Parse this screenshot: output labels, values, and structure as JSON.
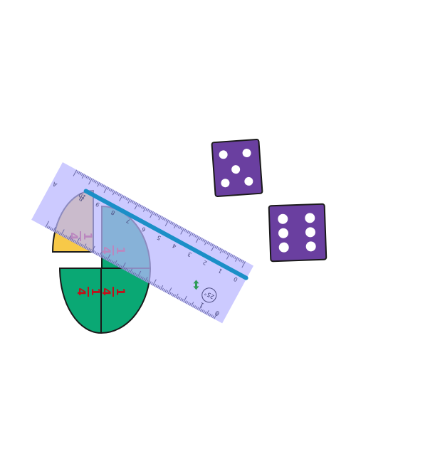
{
  "fraction_pieces": [
    {
      "label_top": "1",
      "label_bottom": "4",
      "color": "#f7c948"
    },
    {
      "label_top": "1",
      "label_bottom": "4",
      "color": "#0aa874"
    },
    {
      "label_top": "1",
      "label_bottom": "4",
      "color": "#0aa874"
    },
    {
      "label_top": "1",
      "label_bottom": "4",
      "color": "#0aa874"
    }
  ],
  "fraction_label_color": "#c0111a",
  "dice": [
    {
      "pips": 5,
      "color": "#6a3fa0"
    },
    {
      "pips": 6,
      "color": "#6a3fa0"
    }
  ],
  "ruler": {
    "color": "#b9b6ff",
    "edge_color": "#1b8fc7",
    "tick_labels": [
      "0",
      "1",
      "2",
      "3",
      "4",
      "5",
      "6",
      "7",
      "8",
      "9",
      "10"
    ],
    "letter_labels": [
      "A",
      "B"
    ],
    "angle_readout": "25°",
    "rotate_icon": "rotate-arrows-icon"
  }
}
